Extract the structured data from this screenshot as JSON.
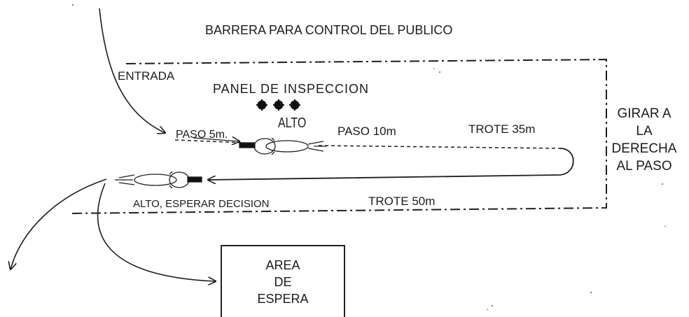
{
  "diagram": {
    "barrier_label": "BARRERA PARA CONTROL DEL PUBLICO",
    "entry_label": "ENTRADA",
    "panel_label": "PANEL DE INSPECCION",
    "stop_label": "ALTO",
    "walk_5_label": "PASO 5m.",
    "walk_10_label": "PASO 10m",
    "trot_35_label": "TROTE 35m",
    "turn_note": [
      "GIRAR A",
      "LA",
      "DERECHA",
      "AL PASO"
    ],
    "stop_wait_label": "ALTO, ESPERAR DECISION",
    "trot_50_label": "TROTE 50m",
    "waiting_area": [
      "AREA",
      "DE",
      "ESPERA"
    ],
    "line_color": "#1e1e1e",
    "panel_member_count": 3
  }
}
